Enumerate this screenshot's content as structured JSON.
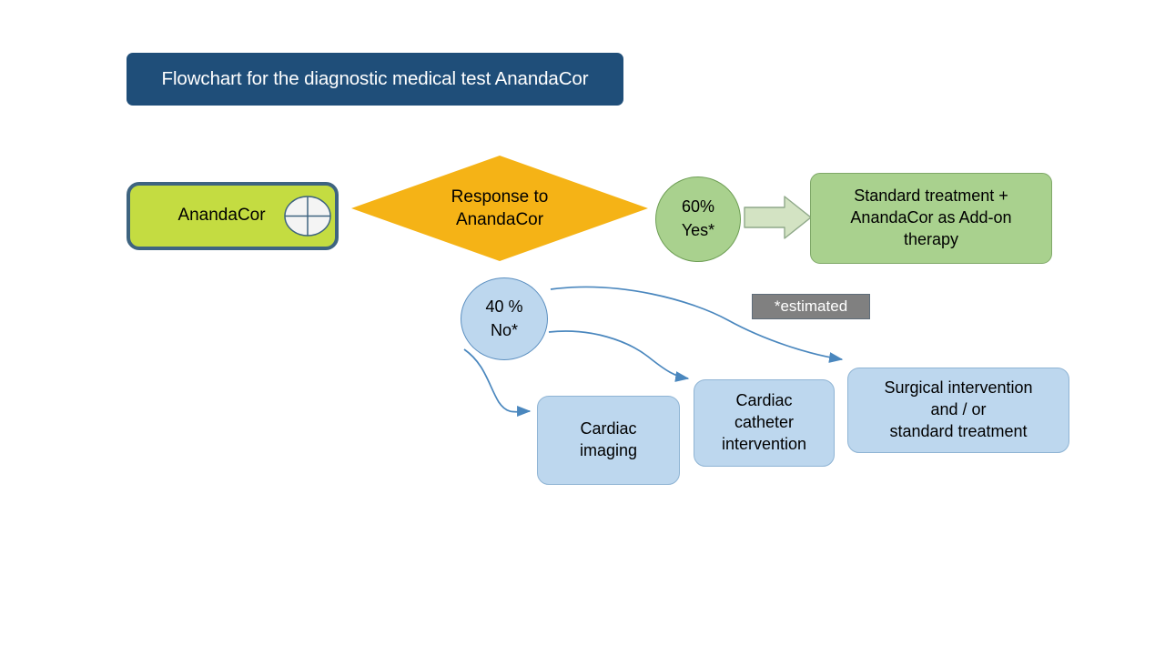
{
  "title": {
    "text": "Flowchart for the diagnostic medical test AnandaCor",
    "bg_color": "#1F4E79",
    "text_color": "#FFFFFF"
  },
  "nodes": {
    "start": {
      "label": "AnandaCor",
      "icon": "pill-crosshair-icon",
      "fill_color": "#C4DC41",
      "border_color": "#3E6480"
    },
    "decision": {
      "label": "Response to\nAnandaCor",
      "fill_color": "#F5B316"
    },
    "yes_branch": {
      "label": "60%\nYes*",
      "percent": "60%",
      "answer": "Yes*",
      "fill_color": "#A9D18E"
    },
    "no_branch": {
      "label": "40 %\nNo*",
      "percent": "40 %",
      "answer": "No*",
      "fill_color": "#BDD7EE"
    },
    "standard_treatment": {
      "label": "Standard treatment +\nAnandaCor as Add-on\ntherapy",
      "fill_color": "#A9D18E"
    },
    "cardiac_imaging": {
      "label": "Cardiac\nimaging",
      "fill_color": "#BDD7EE"
    },
    "cardiac_catheter": {
      "label": "Cardiac\ncatheter\nintervention",
      "fill_color": "#BDD7EE"
    },
    "surgical": {
      "label": "Surgical intervention\nand / or\nstandard treatment",
      "fill_color": "#BDD7EE"
    }
  },
  "footnote": {
    "label": "*estimated",
    "bg_color": "#808080",
    "text_color": "#FFFFFF"
  },
  "connectors": {
    "yes_arrow": {
      "type": "block-arrow",
      "fill_color": "#D3E3C3",
      "border_color": "#8FA889"
    },
    "no_arrows": {
      "type": "curved-arrow",
      "color": "#5B8FC0",
      "count": 3
    }
  }
}
